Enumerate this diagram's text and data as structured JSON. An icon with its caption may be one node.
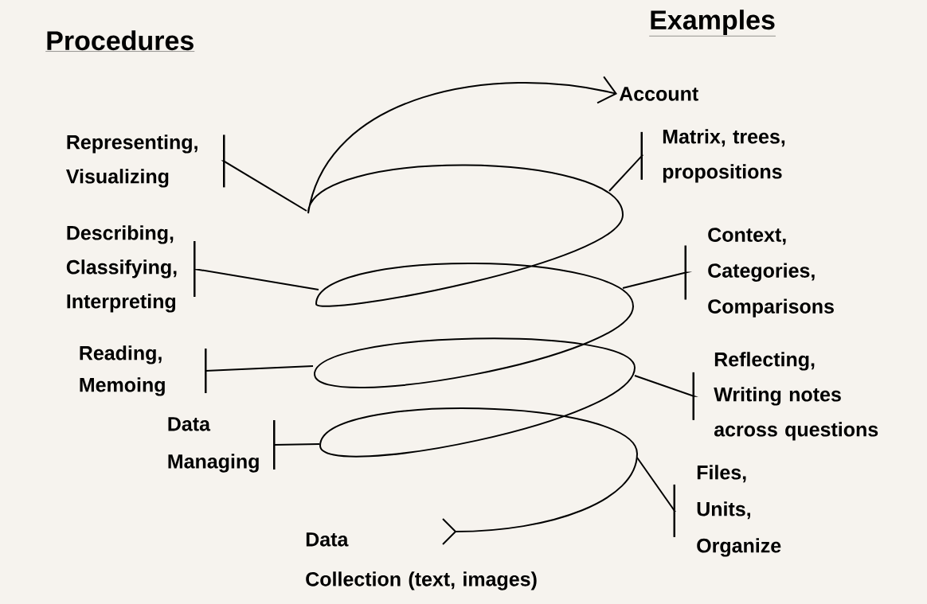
{
  "diagram": {
    "nodes": [
      {
        "text": [
          "Data",
          "Collection (text, images)"
        ]
      },
      {
        "text": [
          "Account"
        ]
      },
      {
        "text": [
          "Representing, Visualizing"
        ]
      },
      {
        "text": [
          "Describing, Classifying, Interpreting"
        ]
      },
      {
        "text": [
          "Reading, Memoing"
        ]
      },
      {
        "text": [
          "Data Managing"
        ]
      },
      {
        "text": [
          "Matrix, trees, propositions"
        ]
      },
      {
        "text": [
          "Context, Categories, Comparisons"
        ]
      },
      {
        "text": [
          "Reflecting, Writing notes across questions"
        ]
      },
      {
        "text": [
          "Files, Units, Organize"
        ]
      }
    ],
    "edges": [
      {
        "from": 0,
        "to": 1,
        "arrow": "to"
      },
      {
        "from": 2,
        "to": null,
        "arrow": "other"
      },
      {
        "from": 3,
        "to": null,
        "arrow": "other"
      },
      {
        "from": 4,
        "to": null,
        "arrow": "other"
      },
      {
        "from": 5,
        "to": null,
        "arrow": "other"
      },
      {
        "from": 6,
        "to": null,
        "arrow": "other"
      },
      {
        "from": 7,
        "to": null,
        "arrow": "other"
      },
      {
        "from": 8,
        "to": null,
        "arrow": "other"
      },
      {
        "from": 9,
        "to": null,
        "arrow": "other"
      }
    ],
    "labels": [
      "Procedures",
      "Examples"
    ]
  }
}
